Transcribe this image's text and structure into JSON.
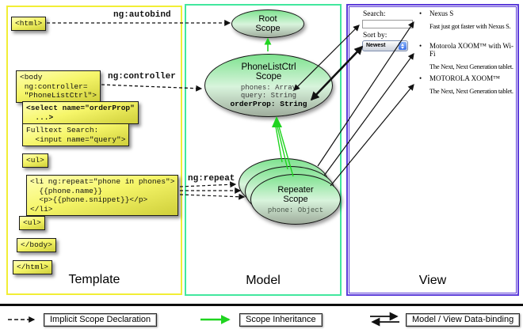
{
  "colors": {
    "template_border": "#f2ee35",
    "model_border": "#42e79e",
    "view_border": "#5b3bd9",
    "code_box_yellow": "#f6f66a",
    "scope_green": "#7ee28f",
    "inheritance_green": "#1fd41f",
    "arrow_black": "#111111"
  },
  "panels": {
    "template": {
      "label": "Template"
    },
    "model": {
      "label": "Model"
    },
    "view": {
      "label": "View"
    }
  },
  "template": {
    "directives": {
      "autobind": "ng:autobind",
      "controller": "ng:controller",
      "repeat": "ng:repeat"
    },
    "boxes": {
      "html_open": "<html>",
      "body_open": "<body\n ng:controller=\n \"PhoneListCtrl\">",
      "select": "<select name=\"orderProp\"\n  ...>",
      "fulltext": "Fulltext Search:\n  <input name=\"query\">",
      "ul_open": "<ul>",
      "li_repeat": "<li ng:repeat=\"phone in phones\">\n  {{phone.name}}\n  <p>{{phone.snippet}}</p>\n</li>",
      "ul_close": "<ul>",
      "body_close": "</body>",
      "html_close": "</html>"
    }
  },
  "model": {
    "root_scope": {
      "title": "Root\nScope"
    },
    "phonelist_scope": {
      "title": "PhoneListCtrl\nScope",
      "props": [
        "phones: Array",
        "query: String",
        "orderProp: String"
      ]
    },
    "repeater_scope": {
      "title": "Repeater\nScope",
      "prop": "phone: Object"
    }
  },
  "view": {
    "search_label": "Search:",
    "search_value": "",
    "sort_label": "Sort by:",
    "sort_value": "Newest",
    "items": [
      {
        "bullet": "•",
        "title": "Nexus S",
        "desc": "Fast just got faster with Nexus S."
      },
      {
        "bullet": "•",
        "title": "Motorola XOOM™ with Wi-Fi",
        "desc": "The Next, Next Generation tablet."
      },
      {
        "bullet": "•",
        "title": "MOTOROLA XOOM™",
        "desc": "The Next, Next Generation tablet."
      }
    ]
  },
  "legend": {
    "implicit": "Implicit Scope Declaration",
    "inheritance": "Scope Inheritance",
    "databinding": "Model / View Data-binding"
  }
}
